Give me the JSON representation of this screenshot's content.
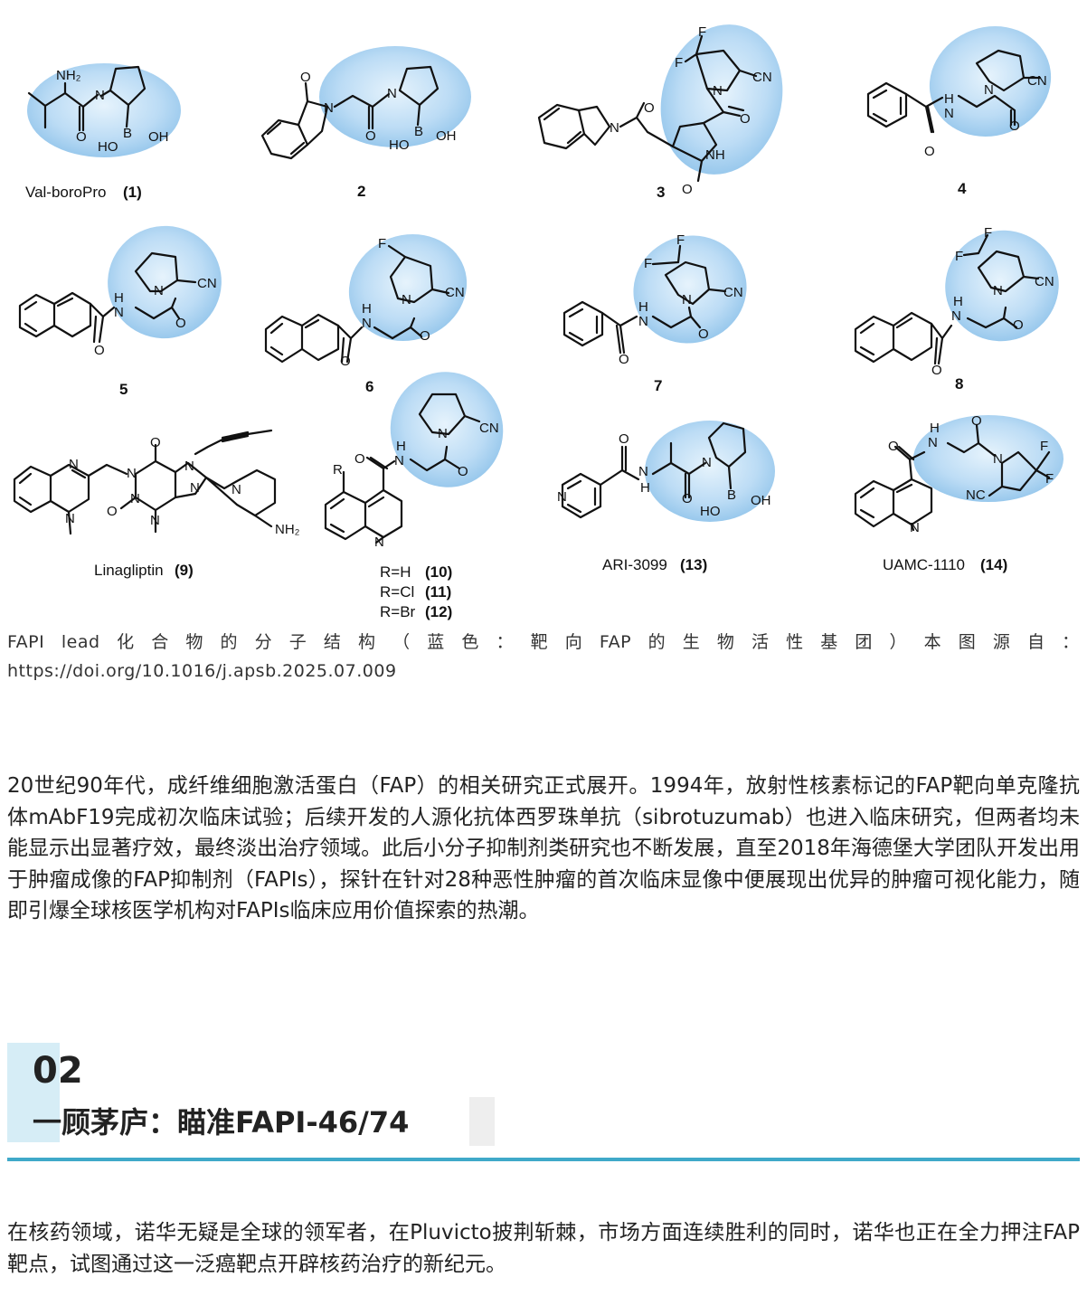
{
  "figure": {
    "compounds": [
      {
        "label": "Val-boroPro",
        "number": "(1)"
      },
      {
        "label": "",
        "number": "2"
      },
      {
        "label": "",
        "number": "3"
      },
      {
        "label": "",
        "number": "4"
      },
      {
        "label": "",
        "number": "5"
      },
      {
        "label": "",
        "number": "6"
      },
      {
        "label": "",
        "number": "7"
      },
      {
        "label": "",
        "number": "8"
      },
      {
        "label": "Linagliptin",
        "number": "(9)"
      },
      {
        "label": "ARI-3099",
        "number": "(13)"
      },
      {
        "label": "UAMC-1110",
        "number": "(14)"
      }
    ],
    "r_groups": [
      {
        "text": "R=H",
        "number": "(10)"
      },
      {
        "text": "R=Cl",
        "number": "(11)"
      },
      {
        "text": "R=Br",
        "number": "(12)"
      }
    ],
    "atoms": {
      "nh2": "NH₂",
      "nh2_b": "NH₂",
      "n": "N",
      "b": "B",
      "ho": "HO",
      "oh": "OH",
      "o": "O",
      "f": "F",
      "cn": "CN",
      "nh": "NH",
      "h": "H",
      "r": "R",
      "nc": "NC"
    },
    "highlight_color": "#a9d3f2"
  },
  "caption": {
    "line1_chars": [
      "FAPI",
      "lead",
      "化",
      "合",
      "物",
      "的",
      "分",
      "子",
      "结",
      "构",
      "（",
      "蓝",
      "色",
      "：",
      "靶",
      "向",
      "FAP",
      "的",
      "生",
      "物",
      "活",
      "性",
      "基",
      "团",
      "）",
      "本",
      "图",
      "源",
      "自",
      "："
    ],
    "line2": "https://doi.org/10.1016/j.apsb.2025.07.009"
  },
  "paragraph1": "20世纪90年代，成纤维细胞激活蛋白（FAP）的相关研究正式展开。1994年，放射性核素标记的FAP靶向单克隆抗体mAbF19完成初次临床试验；后续开发的人源化抗体西罗珠单抗（sibrotuzumab）也进入临床研究，但两者均未能显示出显著疗效，最终淡出治疗领域。此后小分子抑制剂类研究也不断发展，直至2018年海德堡大学团队开发出用于肿瘤成像的FAP抑制剂（FAPIs），探针在针对28种恶性肿瘤的首次临床显像中便展现出优异的肿瘤可视化能力，随即引爆全球核医学机构对FAPIs临床应用价值探索的热潮。",
  "section": {
    "number": "02",
    "title": "一顾茅庐：瞄准FAPI-46/74",
    "accent_color": "#d6edf6",
    "rule_color": "#3fa9c9"
  },
  "paragraph2": "在核药领域，诺华无疑是全球的领军者，在Pluvicto披荆斩棘，市场方面连续胜利的同时，诺华也正在全力押注FAP靶点，试图通过这一泛癌靶点开辟核药治疗的新纪元。"
}
